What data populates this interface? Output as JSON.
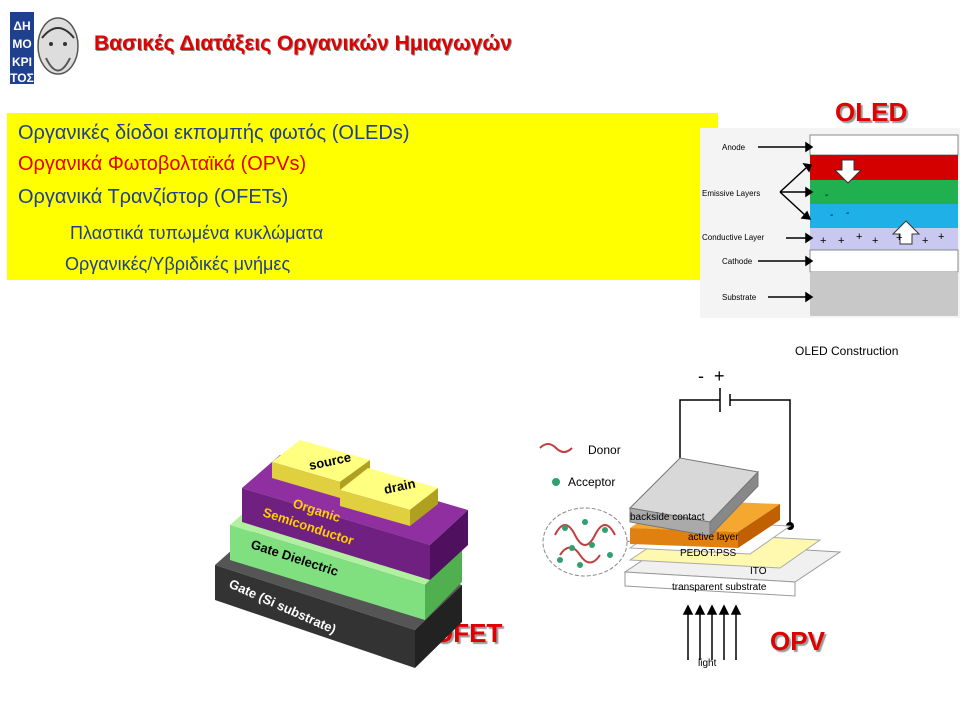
{
  "slide": {
    "title": "Βασικές Διατάξεις Οργανικών Ημιαγωγών",
    "logo_text": "ΔΗΜΟΚΡΙΤΟΣ",
    "list": [
      "Οργανικές δίοδοι εκπομπής φωτός (OLEDs)",
      "Οργανικά Φωτοβολταϊκά (OPVs)",
      "Οργανικά Τρανζίστορ (OFETs)",
      "Πλαστικά τυπωμένα κυκλώματα",
      "Οργανικές/Υβριδικές μνήμες"
    ]
  },
  "oled": {
    "label": "OLED",
    "caption": "OLED Construction",
    "layers": [
      "Anode",
      "Emissive Layers",
      "Conductive Layer",
      "Cathode",
      "Substrate"
    ]
  },
  "ofet": {
    "label": "OFET",
    "source": "source",
    "drain": "drain",
    "semiconductor_1": "Organic",
    "semiconductor_2": "Semiconductor",
    "dielectric": "Gate Dielectric",
    "gate": "Gate (Si substrate)"
  },
  "opv": {
    "label": "OPV",
    "minus": "-",
    "plus": "+",
    "donor": "Donor",
    "acceptor": "Acceptor",
    "backside": "backside contact",
    "active": "active layer",
    "pedot": "PEDOT:PSS",
    "ito": "ITO",
    "substrate": "transparent substrate",
    "light": "light"
  },
  "colors": {
    "title_red": "#e00000",
    "list_blue": "#1f3f8f",
    "highlight_yellow": "#ffff00"
  }
}
